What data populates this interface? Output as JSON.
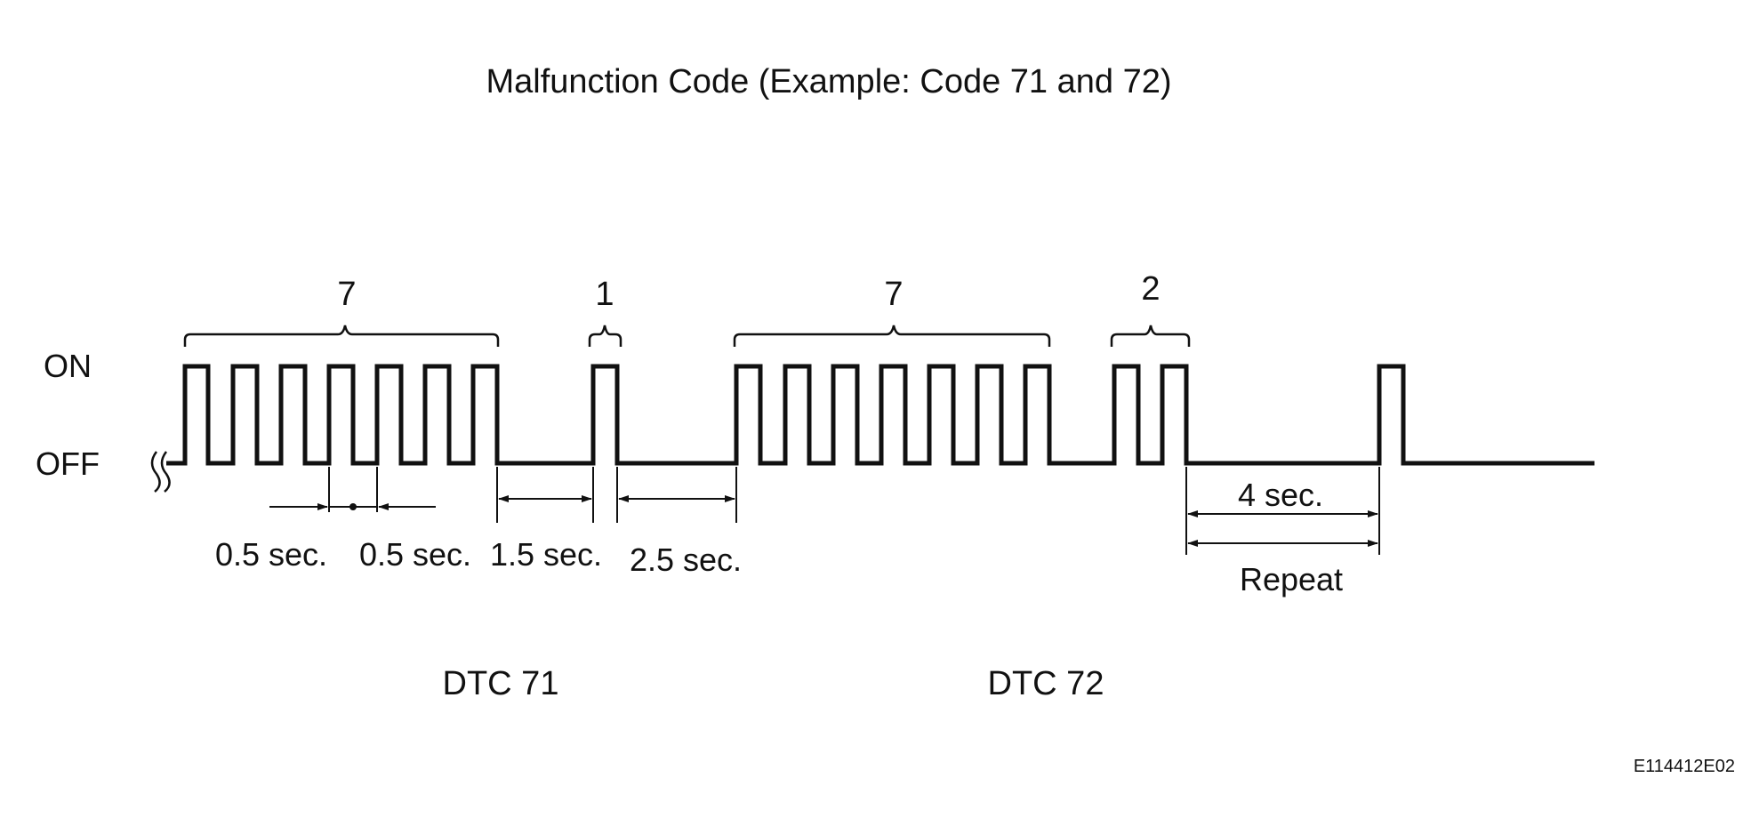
{
  "title": "Malfunction Code (Example: Code 71 and 72)",
  "levels": {
    "on": "ON",
    "off": "OFF"
  },
  "brace_counts": [
    "7",
    "1",
    "7",
    "2"
  ],
  "timings": {
    "pulse_on": "0.5 sec.",
    "pulse_off": "0.5 sec.",
    "digit_gap": "1.5 sec.",
    "code_gap": "2.5 sec.",
    "repeat_wait": "4 sec.",
    "repeat_label": "Repeat"
  },
  "dtc_labels": [
    "DTC 71",
    "DTC 72"
  ],
  "figure_id": "E114412E02",
  "colors": {
    "line": "#111111",
    "background": "#ffffff"
  }
}
